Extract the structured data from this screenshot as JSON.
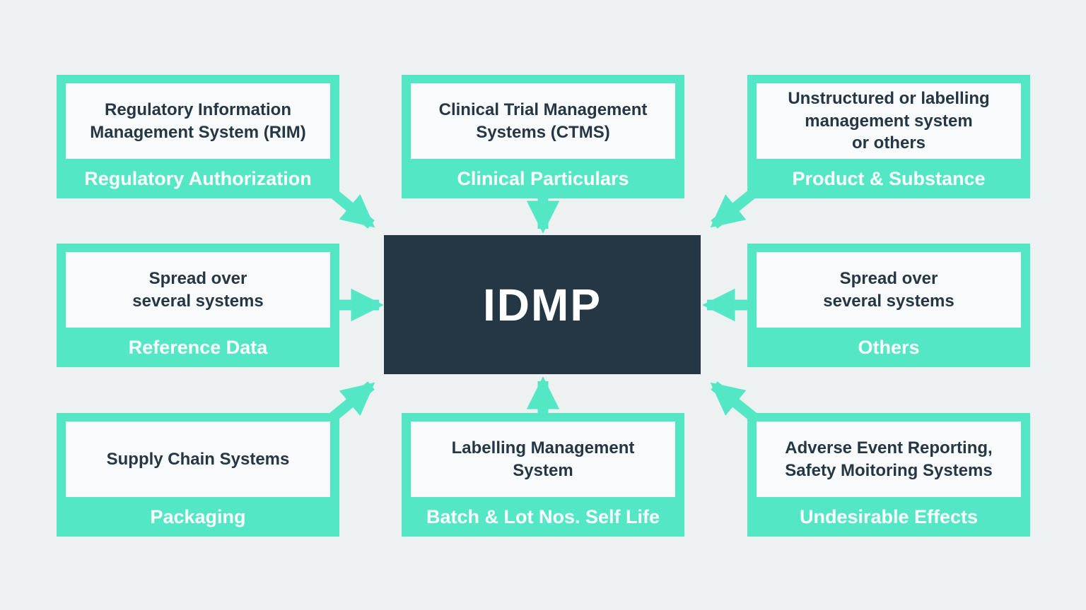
{
  "colors": {
    "bg": "#edf1f2",
    "accent": "#54e7c6",
    "dark": "#253645",
    "panel": "#f9fafb",
    "label-text": "#ffffff"
  },
  "center": {
    "label": "IDMP"
  },
  "nodes": [
    {
      "title": "Regulatory Information\nManagement System (RIM)",
      "label": "Regulatory Authorization"
    },
    {
      "title": "Clinical Trial Management\nSystems (CTMS)",
      "label": "Clinical Particulars"
    },
    {
      "title": "Unstructured or labelling\nmanagement system\nor others",
      "label": "Product & Substance"
    },
    {
      "title": "Spread over\nseveral systems",
      "label": "Reference Data"
    },
    {
      "title": "Spread over\nseveral systems",
      "label": "Others"
    },
    {
      "title": "Supply Chain Systems",
      "label": "Packaging"
    },
    {
      "title": "Labelling Management\nSystem",
      "label": "Batch & Lot Nos. Self Life"
    },
    {
      "title": "Adverse Event Reporting,\nSafety Moitoring Systems",
      "label": "Undesirable Effects"
    }
  ]
}
